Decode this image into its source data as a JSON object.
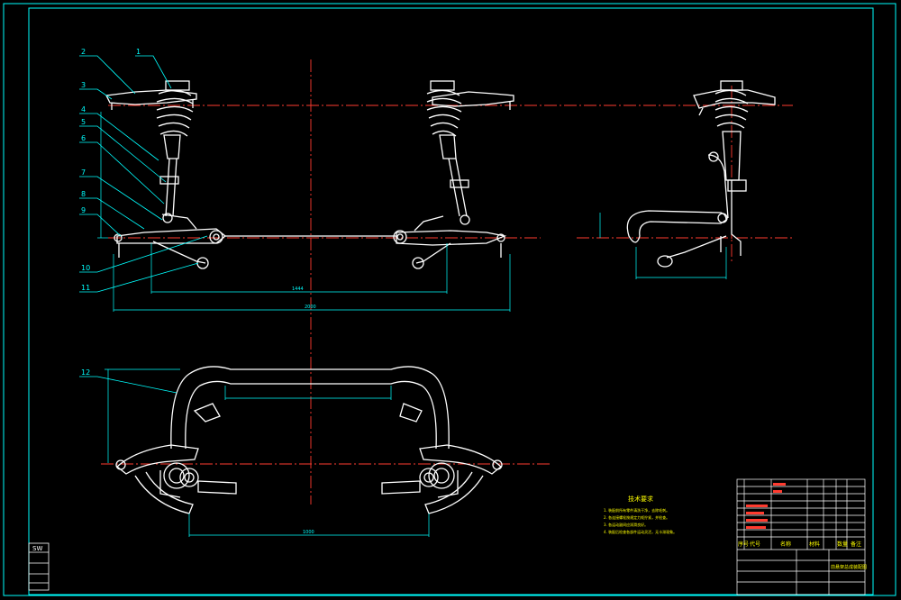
{
  "drawing": {
    "colors": {
      "background": "#000000",
      "border": "#00ffff",
      "geometry": "#ffffff",
      "centerline": "#ff3b2f",
      "leader": "#00ffff",
      "dimension": "#00ffff",
      "annotation": "#ffff00"
    },
    "part_labels": [
      "1",
      "2",
      "3",
      "4",
      "5",
      "6",
      "7",
      "8",
      "9",
      "10",
      "11",
      "12"
    ],
    "dimension_texts": [
      "1444",
      "2000",
      "1000"
    ],
    "notes_title": "技术要求",
    "notes_items": [
      "1. 装配前所有零件清洗干净，去除毛刺。",
      "2. 各连接螺栓按规定力矩拧紧，并检查。",
      "3. 各运动副间应润滑良好。",
      "4. 装配后检查各部件运动灵活，无卡滞现象。"
    ],
    "title_block": {
      "header_cells": [
        "序号",
        "代号",
        "名称",
        "材料",
        "数量",
        "备注"
      ],
      "drawing_name": "前悬架总成装配图",
      "sw_mark": "SW"
    }
  }
}
